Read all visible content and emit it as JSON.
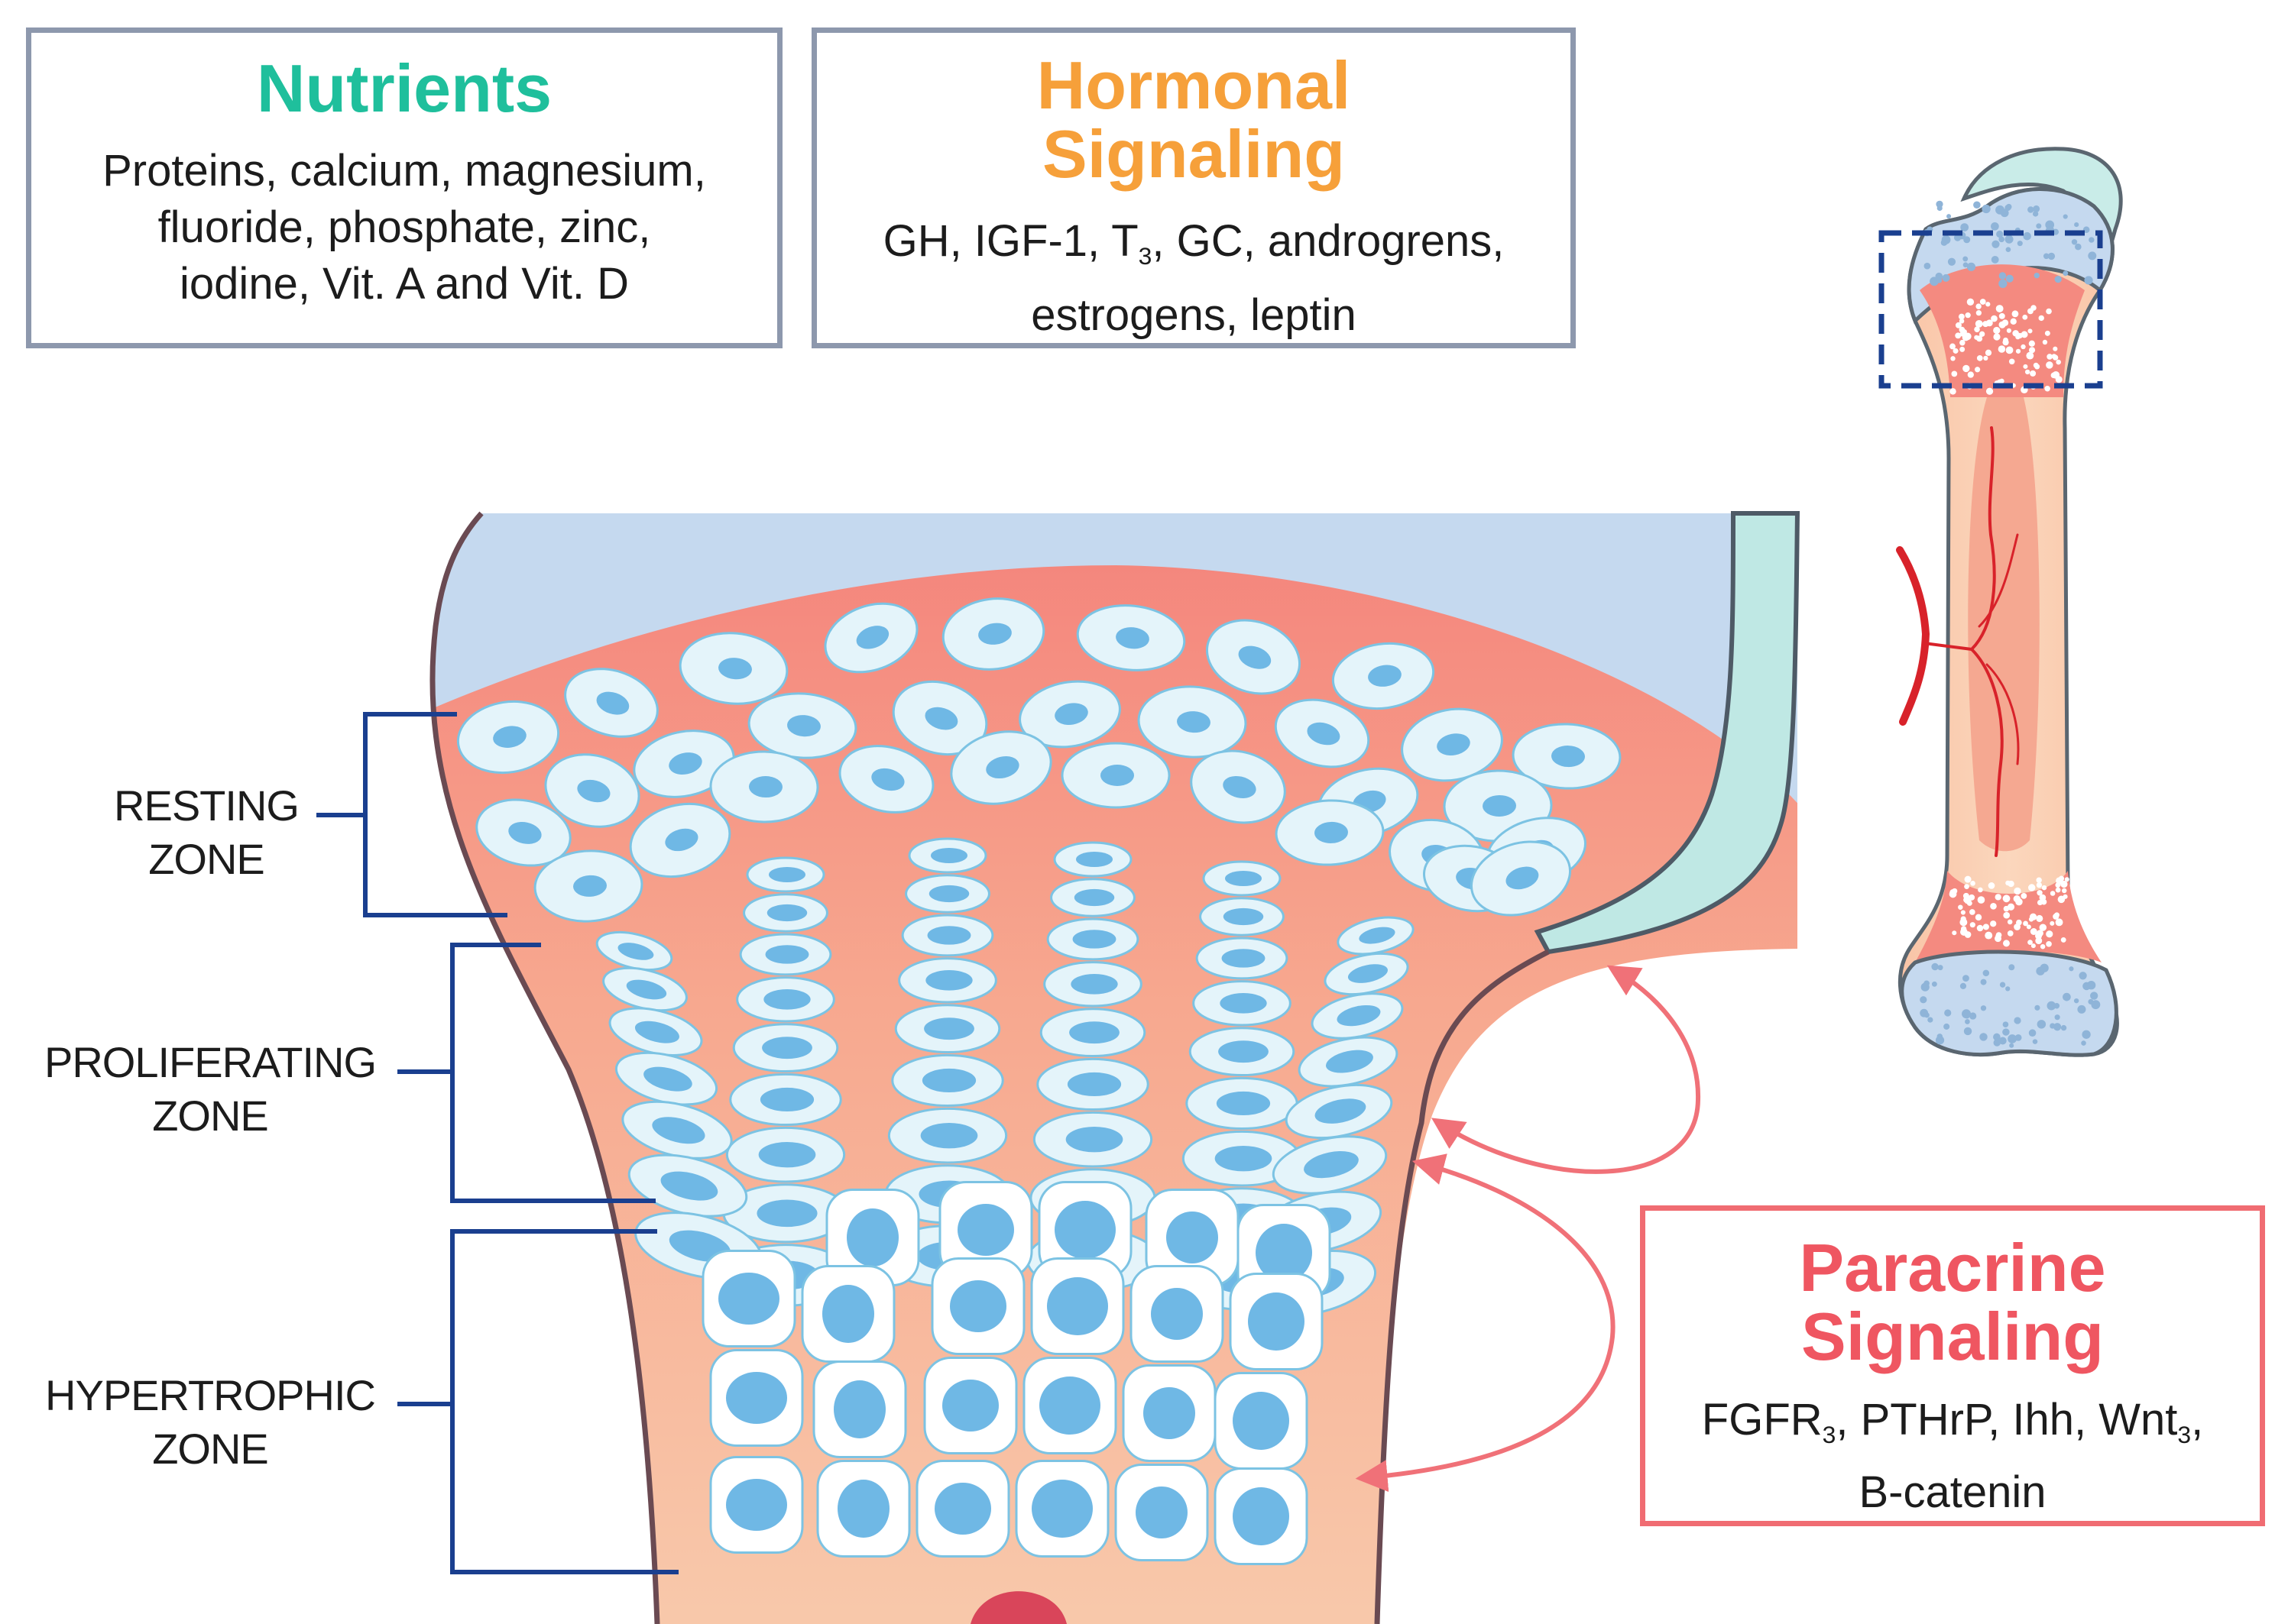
{
  "nutrients": {
    "title": "Nutrients",
    "lines": [
      "Proteins, calcium, magnesium,",
      "fluoride, phosphate, zinc,",
      "iodine, Vit. A and Vit. D"
    ]
  },
  "hormonal": {
    "title_line1": "Hormonal",
    "title_line2": "Signaling",
    "line1_pre": "GH, IGF-1, T",
    "line1_sub": "3",
    "line1_post": ", GC, androgrens,",
    "line2": "estrogens, leptin"
  },
  "paracrine": {
    "title_line1": "Paracrine",
    "title_line2": "Signaling",
    "line1_a": "FGFR",
    "line1_sub1": "3",
    "line1_b": ", PTHrP, Ihh, Wnt",
    "line1_sub2": "3",
    "line1_c": ",",
    "line2": "B-catenin"
  },
  "zones": {
    "resting_line1": "RESTING",
    "resting_line2": "ZONE",
    "proliferating_line1": "PROLIFERATING",
    "proliferating_line2": "ZONE",
    "hypertrophic_line1": "HYPERTROPHIC",
    "hypertrophic_line2": "ZONE"
  },
  "colors": {
    "nutrients": "#1fbf9c",
    "hormonal": "#f6a03a",
    "paracrine": "#ef5661",
    "bracket": "#1a3f8f",
    "box_border": "#8d98ad",
    "arrow": "#f07178",
    "cartilage_top": "#c5d9ef",
    "cell_fill": "#e4f4fa",
    "nucleus": "#6fb8e5",
    "plate_top": "#f3817a",
    "plate_bottom": "#f7c7a8"
  }
}
